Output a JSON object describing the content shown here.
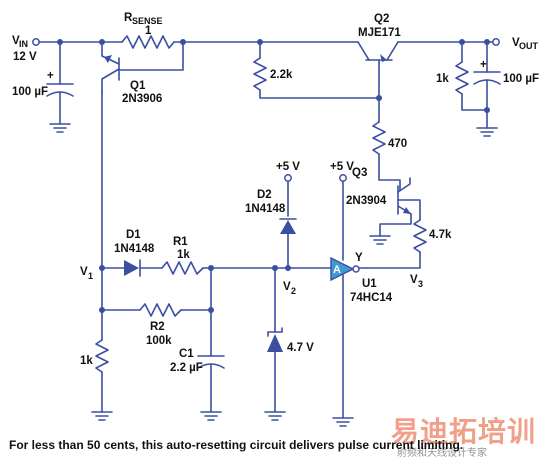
{
  "labels": {
    "vin": "V",
    "vin_sub": "IN",
    "vin_volt": "12 V",
    "vout": "V",
    "vout_sub": "OUT",
    "rsense": "R",
    "rsense_sub": "SENSE",
    "rsense_val": "1",
    "q2": "Q2",
    "q2_part": "MJE171",
    "q1": "Q1",
    "q1_part": "2N3906",
    "r_22k": "2.2k",
    "c_in": "100 µF",
    "r_out": "1k",
    "c_out": "100 µF",
    "r_470": "470",
    "q3": "Q3",
    "q3_part": "2N3904",
    "r_47k": "4.7k",
    "plus5_a": "+5 V",
    "plus5_b": "+5 V",
    "d2": "D2",
    "d2_part": "1N4148",
    "d1": "D1",
    "d1_part": "1N4148",
    "r1": "R1",
    "r1_val": "1k",
    "v1": "V",
    "v1_sub": "1",
    "v2": "V",
    "v2_sub": "2",
    "v3": "V",
    "v3_sub": "3",
    "gate_a": "A",
    "gate_y": "Y",
    "u1": "U1",
    "u1_part": "74HC14",
    "r2": "R2",
    "r2_val": "100k",
    "c1": "C1",
    "c1_val": "2.2 µF",
    "zener": "4.7 V",
    "r_bottom": "1k",
    "polarity_plus": "+"
  },
  "caption": "For less than 50 cents, this auto-resetting circuit delivers pulse current limiting.",
  "watermark": {
    "main": "易迪拓培训",
    "sub": "射频和天线设计专家"
  }
}
